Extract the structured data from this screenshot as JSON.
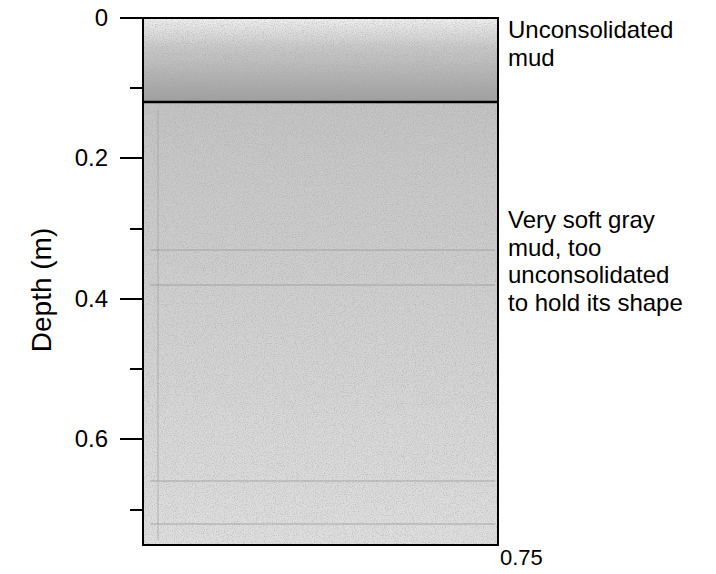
{
  "diagram": {
    "labels": [
      "0",
      "0.2",
      "0.4",
      "0.6",
      "0.75",
      "Depth (m)",
      "Unconsolidated mud",
      "Very soft gray mud, too unconsolidated to hold its shape"
    ]
  }
}
